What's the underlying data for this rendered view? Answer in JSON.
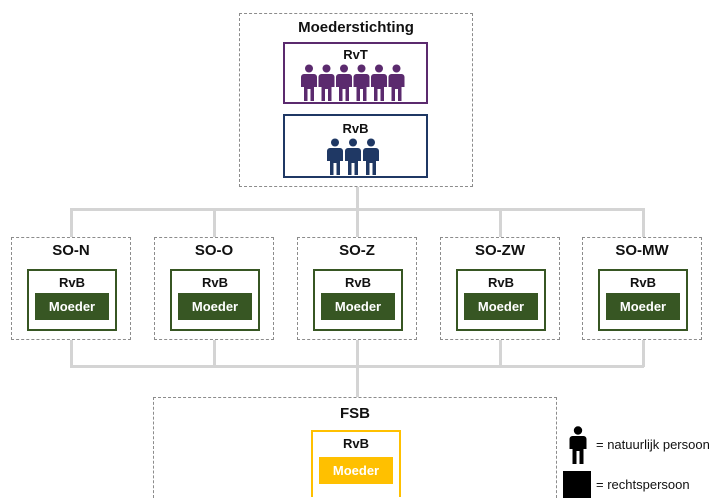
{
  "top": {
    "title": "Moederstichting",
    "rvt": {
      "label": "RvT",
      "person_count": 6,
      "color": "#5b2a6e"
    },
    "rvb": {
      "label": "RvB",
      "person_count": 3,
      "color": "#1f3864"
    }
  },
  "units": [
    {
      "title": "SO-N",
      "board": "RvB",
      "entity": "Moeder"
    },
    {
      "title": "SO-O",
      "board": "RvB",
      "entity": "Moeder"
    },
    {
      "title": "SO-Z",
      "board": "RvB",
      "entity": "Moeder"
    },
    {
      "title": "SO-ZW",
      "board": "RvB",
      "entity": "Moeder"
    },
    {
      "title": "SO-MW",
      "board": "RvB",
      "entity": "Moeder"
    }
  ],
  "unit_color": "#375623",
  "fsb": {
    "title": "FSB",
    "board": "RvB",
    "entity": "Moeder",
    "color": "#ffc000"
  },
  "legend": {
    "natural_person": "= natuurlijk  persoon",
    "legal_person": "= rechtspersoon"
  },
  "connector_color": "#d4d4d4"
}
